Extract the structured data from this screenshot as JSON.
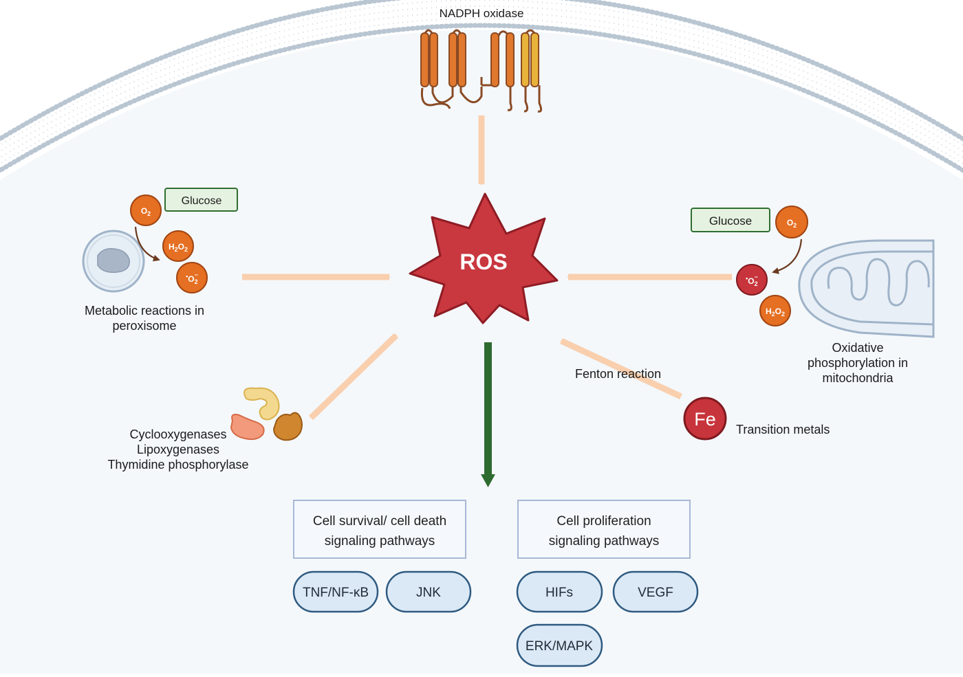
{
  "center": {
    "label": "ROS"
  },
  "sources": {
    "nadph": {
      "label": "NADPH oxidase"
    },
    "peroxisome": {
      "caption_line1": "Metabolic reactions in",
      "caption_line2": "peroxisome",
      "glucose": "Glucose",
      "o2": "O",
      "o2_sub": "2",
      "h2o2_a": "H",
      "h2o2_b": "O",
      "h2o2_sub": "2",
      "superoxide": "O",
      "superoxide_dot": "•",
      "superoxide_sub": "2",
      "superoxide_sup": "−"
    },
    "mitochondria": {
      "caption_line1": "Oxidative",
      "caption_line2": "phosphorylation in",
      "caption_line3": "mitochondria",
      "glucose": "Glucose",
      "o2": "O",
      "o2_sub": "2",
      "h2o2_a": "H",
      "h2o2_b": "O",
      "h2o2_sub": "2",
      "superoxide": "O",
      "superoxide_dot": "•",
      "superoxide_sub": "2",
      "superoxide_sup": "−"
    },
    "enzymes": {
      "line1": "Cyclooxygenases",
      "line2": "Lipoxygenases",
      "line3": "Thymidine phosphorylase"
    },
    "metals": {
      "symbol": "Fe",
      "label": "Transition metals",
      "reaction": "Fenton reaction"
    }
  },
  "pathways": {
    "survival": {
      "title_line1": "Cell survival/ cell death",
      "title_line2": "signaling pathways",
      "items": [
        "TNF/NF-κB",
        "JNK"
      ]
    },
    "proliferation": {
      "title_line1": "Cell proliferation",
      "title_line2": "signaling pathways",
      "items": [
        "HIFs",
        "VEGF",
        "ERK/MAPK"
      ]
    }
  },
  "colors": {
    "arrow_peach": "#f9cfae",
    "arrow_green": "#2e6b2f",
    "ros_fill": "#c9373f",
    "ros_stroke": "#8e1c24",
    "molecule_orange": "#e56f22",
    "superoxide_red": "#c8343b",
    "pill_fill": "#dbe9f6",
    "pill_stroke": "#2f5a80",
    "box_stroke": "#a8b7d6",
    "membrane": "#b9c6d2",
    "cytoplasm": "#f4f8fb",
    "glucose_fill": "#e6f2e1",
    "glucose_stroke": "#2f6e30"
  }
}
